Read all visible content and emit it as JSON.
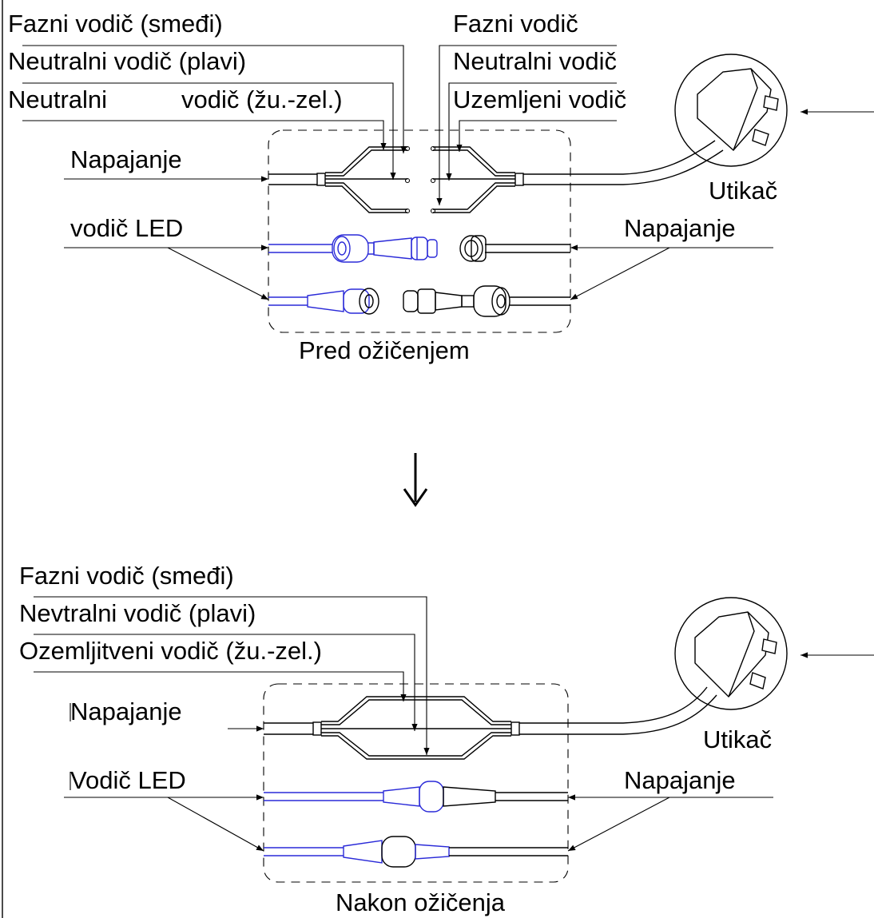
{
  "before": {
    "left_labels": [
      "Fazni vodič (smeđi)",
      "Neutralni vodič (plavi)",
      "Neutralni",
      "vodič (žu.-zel.)"
    ],
    "right_labels": [
      "Fazni vodič",
      "Neutralni vodič",
      "Uzemljeni vodič"
    ],
    "power_left": "Napajanje",
    "led": "vodič LED",
    "power_right": "Napajanje",
    "plug": "Utikač",
    "caption": "Pred ožičenjem"
  },
  "after": {
    "left_labels": [
      "Fazni vodič (smeđi)",
      "Nevtralni vodič (plavi)",
      "Ozemljitveni vodič (žu.-zel.)"
    ],
    "power_left": "Napajanje",
    "led": "Vodič LED",
    "power_right": "Napajanje",
    "plug": "Utikač",
    "caption": "Nakon ožičenja"
  },
  "colors": {
    "line": "#000000",
    "led_wire": "#2a2ad8"
  },
  "icons": [
    "plug-icon",
    "arrow-down-icon"
  ]
}
